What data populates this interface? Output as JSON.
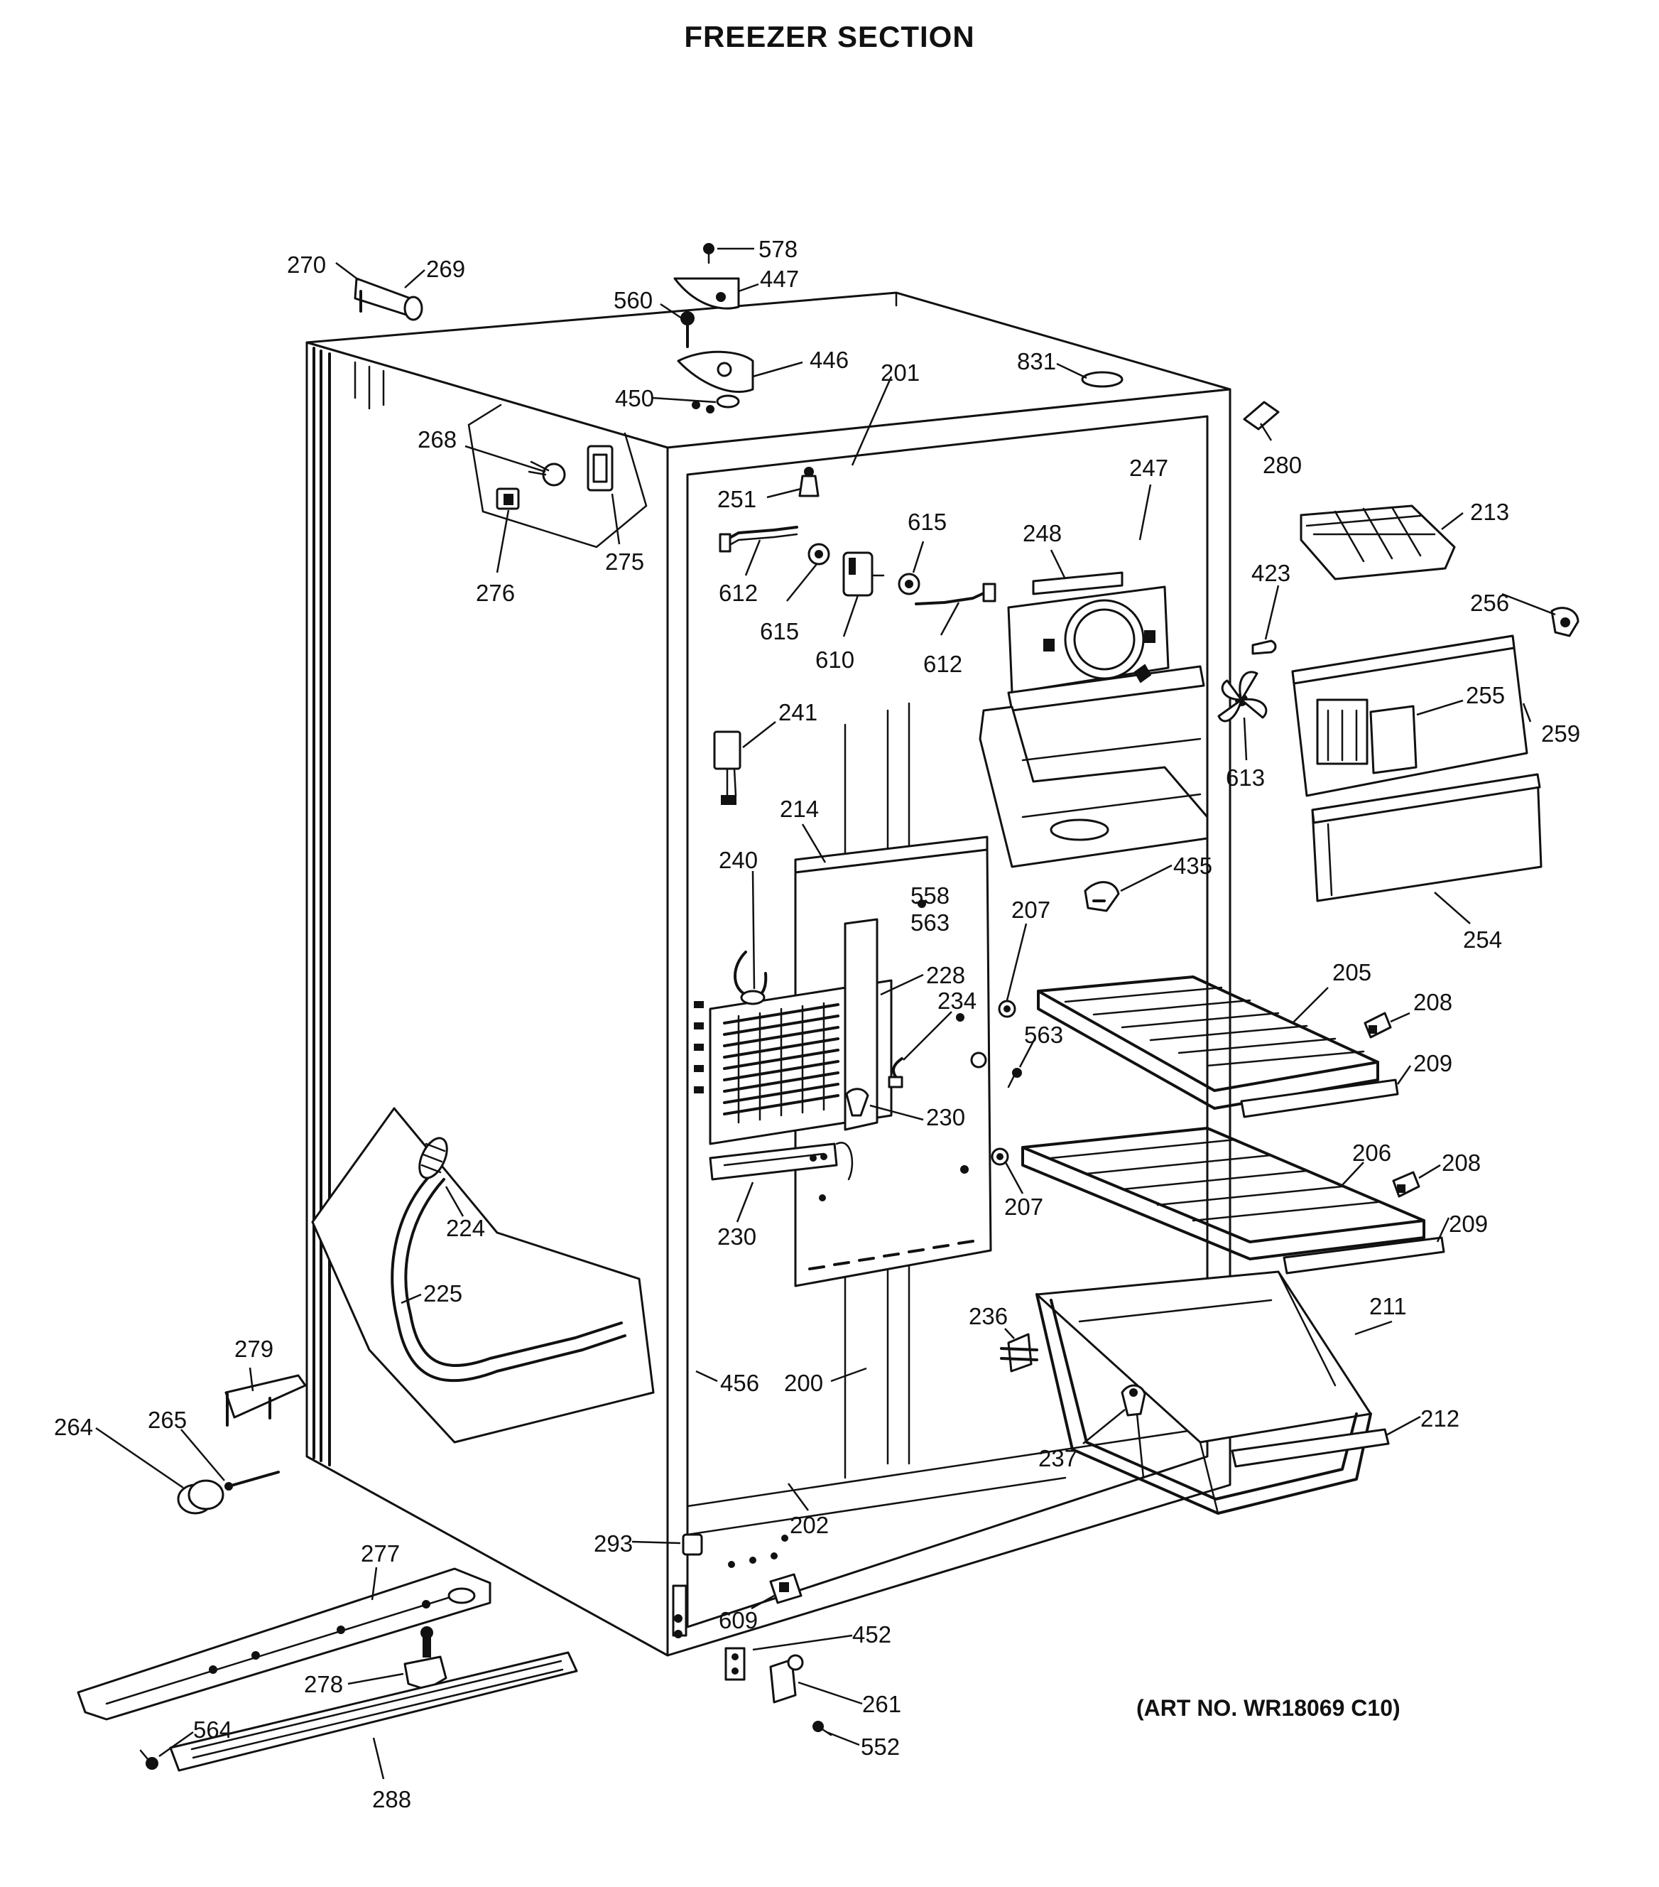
{
  "title": "FREEZER SECTION",
  "art_number": "(ART NO. WR18069 C10)",
  "parts": [
    {
      "id": "p578",
      "label": "578"
    },
    {
      "id": "p447",
      "label": "447"
    },
    {
      "id": "p270",
      "label": "270"
    },
    {
      "id": "p269",
      "label": "269"
    },
    {
      "id": "p560",
      "label": "560"
    },
    {
      "id": "p446",
      "label": "446"
    },
    {
      "id": "p201",
      "label": "201"
    },
    {
      "id": "p831",
      "label": "831"
    },
    {
      "id": "p450",
      "label": "450"
    },
    {
      "id": "p280",
      "label": "280"
    },
    {
      "id": "p268",
      "label": "268"
    },
    {
      "id": "p247",
      "label": "247"
    },
    {
      "id": "p251",
      "label": "251"
    },
    {
      "id": "p615a",
      "label": "615"
    },
    {
      "id": "p248",
      "label": "248"
    },
    {
      "id": "p213",
      "label": "213"
    },
    {
      "id": "p275",
      "label": "275"
    },
    {
      "id": "p276",
      "label": "276"
    },
    {
      "id": "p612a",
      "label": "612"
    },
    {
      "id": "p615b",
      "label": "615"
    },
    {
      "id": "p423",
      "label": "423"
    },
    {
      "id": "p610",
      "label": "610"
    },
    {
      "id": "p612b",
      "label": "612"
    },
    {
      "id": "p256",
      "label": "256"
    },
    {
      "id": "p255",
      "label": "255"
    },
    {
      "id": "p259",
      "label": "259"
    },
    {
      "id": "p241",
      "label": "241"
    },
    {
      "id": "p613",
      "label": "613"
    },
    {
      "id": "p214",
      "label": "214"
    },
    {
      "id": "p240",
      "label": "240"
    },
    {
      "id": "p558",
      "label": "558"
    },
    {
      "id": "p563a",
      "label": "563"
    },
    {
      "id": "p435",
      "label": "435"
    },
    {
      "id": "p207a",
      "label": "207"
    },
    {
      "id": "p254",
      "label": "254"
    },
    {
      "id": "p228",
      "label": "228"
    },
    {
      "id": "p205",
      "label": "205"
    },
    {
      "id": "p234",
      "label": "234"
    },
    {
      "id": "p208a",
      "label": "208"
    },
    {
      "id": "p563b",
      "label": "563"
    },
    {
      "id": "p209a",
      "label": "209"
    },
    {
      "id": "p230a",
      "label": "230"
    },
    {
      "id": "p206",
      "label": "206"
    },
    {
      "id": "p208b",
      "label": "208"
    },
    {
      "id": "p224",
      "label": "224"
    },
    {
      "id": "p207b",
      "label": "207"
    },
    {
      "id": "p209b",
      "label": "209"
    },
    {
      "id": "p230b",
      "label": "230"
    },
    {
      "id": "p225",
      "label": "225"
    },
    {
      "id": "p211",
      "label": "211"
    },
    {
      "id": "p236",
      "label": "236"
    },
    {
      "id": "p279",
      "label": "279"
    },
    {
      "id": "p456",
      "label": "456"
    },
    {
      "id": "p200",
      "label": "200"
    },
    {
      "id": "p212",
      "label": "212"
    },
    {
      "id": "p237",
      "label": "237"
    },
    {
      "id": "p264",
      "label": "264"
    },
    {
      "id": "p265",
      "label": "265"
    },
    {
      "id": "p202",
      "label": "202"
    },
    {
      "id": "p293",
      "label": "293"
    },
    {
      "id": "p277",
      "label": "277"
    },
    {
      "id": "p609",
      "label": "609"
    },
    {
      "id": "p452",
      "label": "452"
    },
    {
      "id": "p278",
      "label": "278"
    },
    {
      "id": "p261",
      "label": "261"
    },
    {
      "id": "p564",
      "label": "564"
    },
    {
      "id": "p552",
      "label": "552"
    },
    {
      "id": "p288",
      "label": "288"
    }
  ]
}
